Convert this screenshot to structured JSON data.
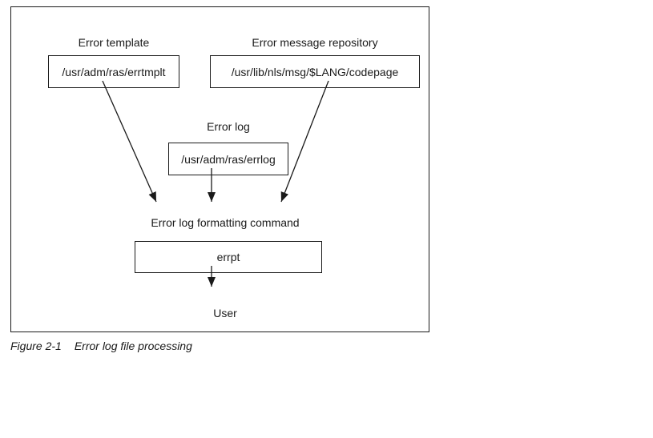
{
  "figure": {
    "caption_label": "Figure 2-1",
    "caption_title": "Error log file processing"
  },
  "diagram": {
    "error_template": {
      "title": "Error template",
      "file": "/usr/adm/ras/errtmplt"
    },
    "error_message_repository": {
      "title": "Error message repository",
      "file": "/usr/lib/nls/msg/$LANG/codepage"
    },
    "error_log": {
      "title": "Error log",
      "file": "/usr/adm/ras/errlog"
    },
    "formatting_command": {
      "title": "Error log formatting command",
      "command": "errpt"
    },
    "user": {
      "title": "User"
    }
  },
  "colors": {
    "ink": "#1a1a1a",
    "background": "#ffffff"
  }
}
